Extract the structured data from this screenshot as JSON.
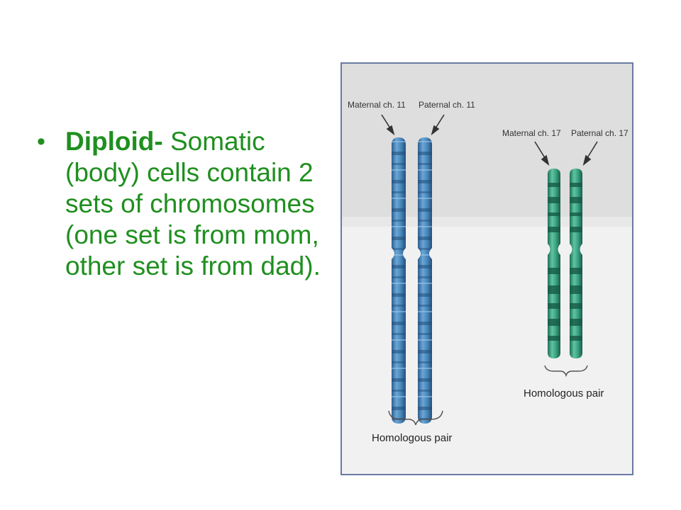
{
  "slide": {
    "bullet": {
      "term": "Diploid-",
      "text": " Somatic (body) cells contain 2 sets of chromosomes (one set is from mom, other set is from dad)."
    }
  },
  "figure": {
    "labels": {
      "maternal_11": "Maternal ch. 11",
      "paternal_11": "Paternal ch. 11",
      "maternal_17": "Maternal ch. 17",
      "paternal_17": "Paternal ch. 17",
      "homologous_pair_17": "Homologous pair",
      "homologous_pair_11": "Homologous pair"
    },
    "colors": {
      "chromosome_11": "#3f7fb3",
      "chromosome_17": "#2f9a78",
      "figure_border": "#6a7aa0",
      "figure_bg_top": "#dcdcdc",
      "figure_bg_bottom": "#f1f1f1"
    }
  }
}
